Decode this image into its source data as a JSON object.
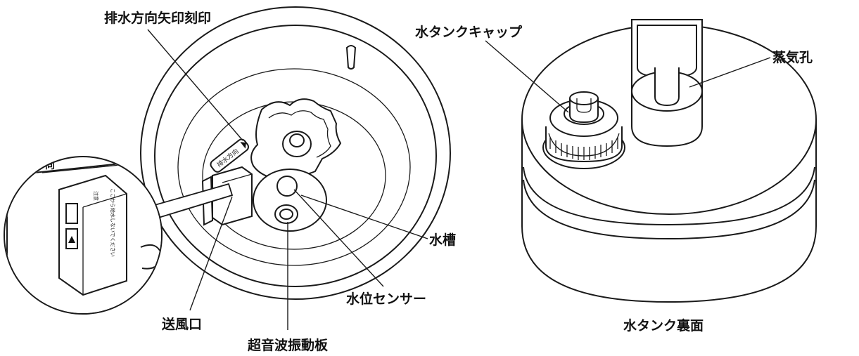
{
  "labels": {
    "drain_arrow_mark": "排水方向矢印刻印",
    "water_tank_cap": "水タンクキャップ",
    "steam_hole": "蒸気孔",
    "water_basin": "水槽",
    "water_level_sensor": "水位センサー",
    "air_outlet": "送風口",
    "ultrasonic_plate": "超音波振動板",
    "tank_underside": "水タンク裏面"
  },
  "engraving": {
    "drain_direction": "排水方向",
    "zoom_text_a": "注意",
    "zoom_text_b": "ここから給水しないでください",
    "zoom_edge": "向"
  }
}
